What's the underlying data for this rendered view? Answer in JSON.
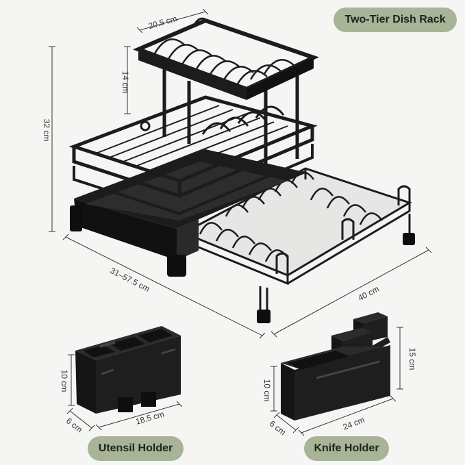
{
  "colors": {
    "background": "#f5f5f3",
    "pill": "#a8b497",
    "metal": "#1c1c1c",
    "metal_dark": "#0e0e0e",
    "metal_light": "#3a3a3a"
  },
  "labels": {
    "title": "Two-Tier Dish Rack",
    "utensil": "Utensil Holder",
    "knife": "Knife Holder"
  },
  "dims": {
    "top_width": "20.5 cm",
    "top_height": "14 cm",
    "total_height": "32 cm",
    "extend_width": "31–57.5 cm",
    "depth": "40 cm",
    "utensil_height": "10 cm",
    "utensil_depth": "6 cm",
    "utensil_width": "18.5 cm",
    "knife_height_small": "10 cm",
    "knife_height_tall": "15 cm",
    "knife_depth": "6 cm",
    "knife_width": "24 cm"
  }
}
